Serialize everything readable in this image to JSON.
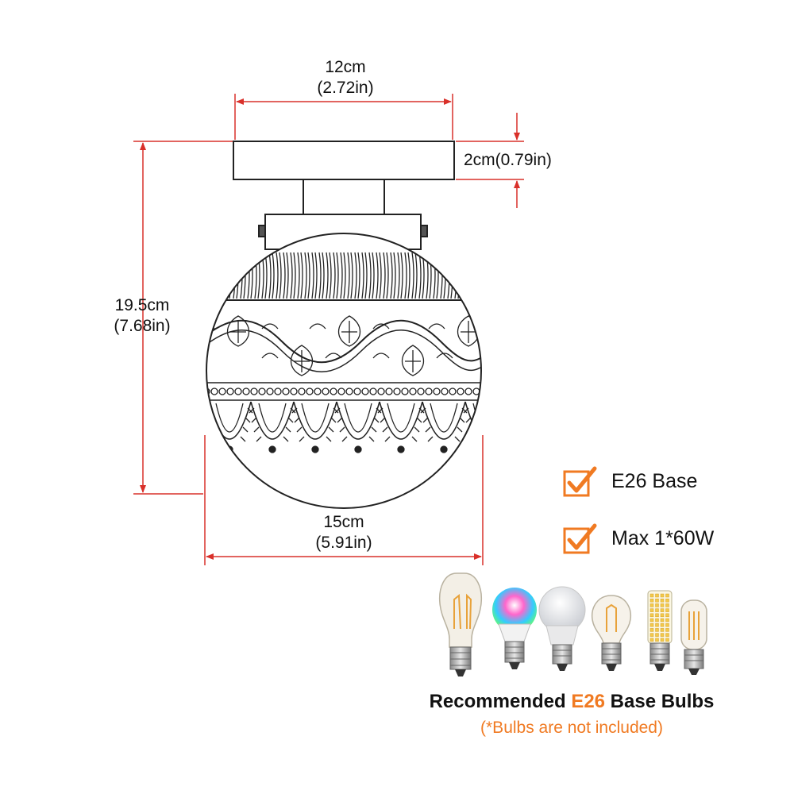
{
  "dimensions": {
    "top_width_cm": "12cm",
    "top_width_in": "(2.72in)",
    "canopy_height": "2cm(0.79in)",
    "total_height_cm": "19.5cm",
    "total_height_in": "(7.68in)",
    "globe_width_cm": "15cm",
    "globe_width_in": "(5.91in)"
  },
  "features": [
    {
      "label": "E26 Base",
      "icon": "checkbox-check-icon"
    },
    {
      "label": "Max 1*60W",
      "icon": "checkbox-check-icon"
    }
  ],
  "bulbs": [
    {
      "icon": "st64-filament-bulb-icon"
    },
    {
      "icon": "rgb-smart-bulb-icon"
    },
    {
      "icon": "a19-led-bulb-icon"
    },
    {
      "icon": "a19-filament-bulb-icon"
    },
    {
      "icon": "corn-led-bulb-icon"
    },
    {
      "icon": "t10-tubular-bulb-icon"
    }
  ],
  "caption": {
    "prefix": "Recommended ",
    "highlight": "E26",
    "suffix": " Base Bulbs",
    "note": "(*Bulbs are not included)"
  },
  "colors": {
    "dimension_line": "#d9302a",
    "accent": "#f07a22",
    "outline": "#222222"
  }
}
